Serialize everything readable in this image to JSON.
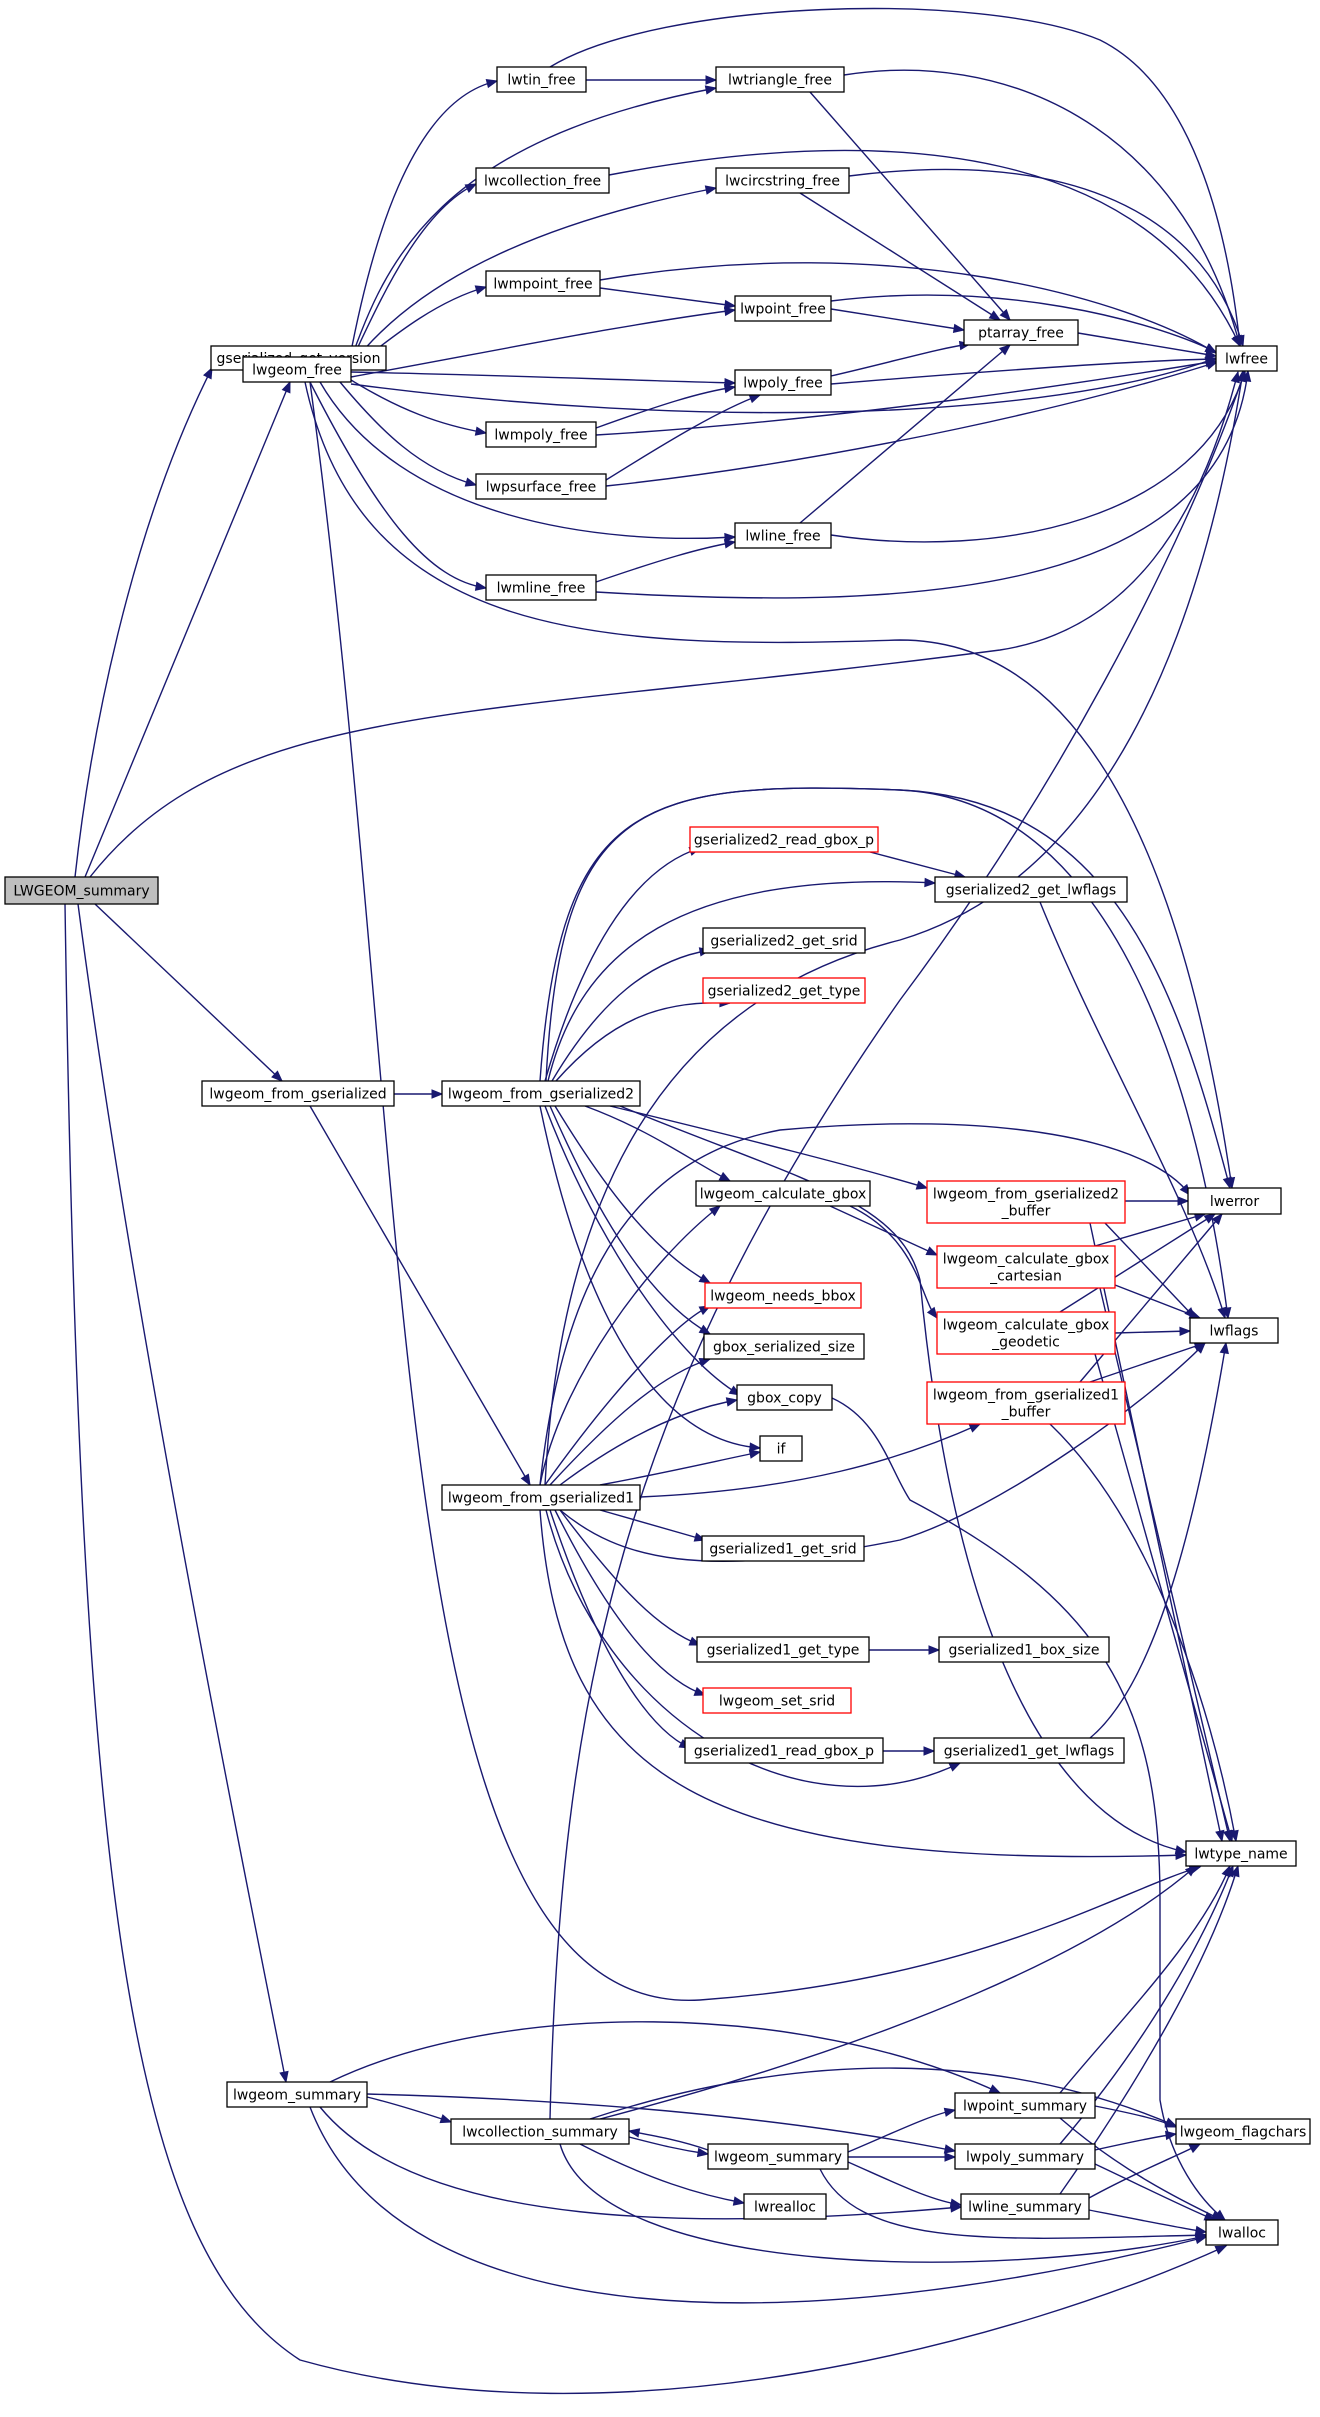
{
  "colors": {
    "edge": "#191970",
    "node_border": "#000000",
    "node_border_alt": "#ff0000",
    "root_fill": "#bfbfbf"
  },
  "nodes": {
    "root": "LWGEOM_summary",
    "gget_version": "gserialized_get_version",
    "lwgeom_free": "lwgeom_free",
    "lwtin_free": "lwtin_free",
    "lwtriangle_free": "lwtriangle_free",
    "lwcollection_free": "lwcollection_free",
    "lwcircstring_free": "lwcircstring_free",
    "lwmpoint_free": "lwmpoint_free",
    "lwpoint_free": "lwpoint_free",
    "ptarray_free": "ptarray_free",
    "lwfree": "lwfree",
    "lwpoly_free": "lwpoly_free",
    "lwmpoly_free": "lwmpoly_free",
    "lwpsurface_free": "lwpsurface_free",
    "lwline_free": "lwline_free",
    "lwmline_free": "lwmline_free",
    "g2_read_gbox_p": "gserialized2_read_gbox_p",
    "g2_get_lwflags": "gserialized2_get_lwflags",
    "g2_get_srid": "gserialized2_get_srid",
    "g2_get_type": "gserialized2_get_type",
    "lwgeom_from_gserialized": "lwgeom_from_gserialized",
    "lwgeom_from_gserialized2": "lwgeom_from_gserialized2",
    "lwgeom_calculate_gbox": "lwgeom_calculate_gbox",
    "lwgeom_from_g2_buffer": [
      "lwgeom_from_gserialized2",
      "_buffer"
    ],
    "lwerror": "lwerror",
    "lwgeom_calc_gbox_cart": [
      "lwgeom_calculate_gbox",
      "_cartesian"
    ],
    "lwgeom_needs_bbox": "lwgeom_needs_bbox",
    "lwgeom_calc_gbox_geod": [
      "lwgeom_calculate_gbox",
      "_geodetic"
    ],
    "lwflags": "lwflags",
    "gbox_serialized_size": "gbox_serialized_size",
    "gbox_copy": "gbox_copy",
    "lwgeom_from_g1_buffer": [
      "lwgeom_from_gserialized1",
      "_buffer"
    ],
    "if_node": "if",
    "lwgeom_from_gserialized1": "lwgeom_from_gserialized1",
    "g1_get_srid": "gserialized1_get_srid",
    "g1_get_type": "gserialized1_get_type",
    "g1_box_size": "gserialized1_box_size",
    "lwgeom_set_srid": "lwgeom_set_srid",
    "g1_read_gbox_p": "gserialized1_read_gbox_p",
    "g1_get_lwflags": "gserialized1_get_lwflags",
    "lwtype_name": "lwtype_name",
    "lwgeom_summary_a": "lwgeom_summary",
    "lwpoint_summary": "lwpoint_summary",
    "lwcollection_summary": "lwcollection_summary",
    "lwgeom_flagchars": "lwgeom_flagchars",
    "lwgeom_summary_b": "lwgeom_summary",
    "lwpoly_summary": "lwpoly_summary",
    "lwrealloc": "lwrealloc",
    "lwline_summary": "lwline_summary",
    "lwalloc": "lwalloc"
  }
}
